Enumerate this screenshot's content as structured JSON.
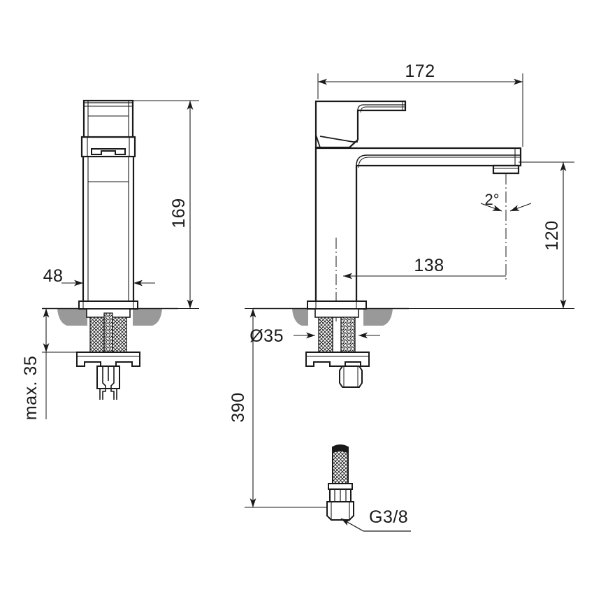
{
  "drawing": {
    "title": "Single lever basin mixer technical dimension drawing",
    "type": "technical-dimension-drawing",
    "background_color": "#ffffff",
    "line_color": "#1a1a1a",
    "hatch_color": "#999999",
    "units": "mm"
  },
  "views": [
    {
      "name": "front-view",
      "label": "Front view (left)"
    },
    {
      "name": "side-view",
      "label": "Side view (right)"
    },
    {
      "name": "hose-detail-view",
      "label": "Flexible connection hose detail"
    }
  ],
  "dimensions": {
    "height_total": "169",
    "base_width": "48",
    "max_thickness": "max. 35",
    "spout_reach_total": "172",
    "spout_height": "120",
    "spout_projection": "138",
    "hole_diameter": "Ø35",
    "hose_length": "390",
    "outlet_angle": "2°",
    "thread_size": "G3/8"
  },
  "labels": {
    "height_169": "169",
    "width_48": "48",
    "max_35": "max. 35",
    "length_172": "172",
    "height_120": "120",
    "reach_138": "138",
    "diameter_35": "Ø35",
    "length_390": "390",
    "angle_2deg": "2°",
    "thread_g38": "G3/8"
  }
}
